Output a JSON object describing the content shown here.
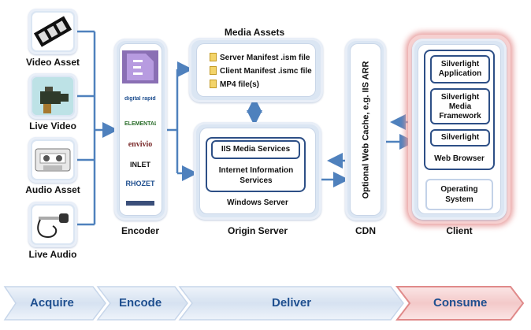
{
  "assets": {
    "video_asset": "Video Asset",
    "live_video": "Live Video",
    "audio_asset": "Audio Asset",
    "live_audio": "Live Audio"
  },
  "encoder": {
    "label": "Encoder",
    "logos": [
      "digital rapids",
      "ELEMENTAL",
      "envivio",
      "INLET",
      "RHOZET"
    ]
  },
  "media_assets": {
    "title": "Media Assets",
    "files": [
      "Server Manifest .ism file",
      "Client Manifest .ismc file",
      "MP4 file(s)"
    ]
  },
  "origin_server": {
    "label": "Origin Server",
    "iis_media_services": "IIS Media Services",
    "internet_information_services": "Internet Information Services",
    "windows_server": "Windows Server"
  },
  "cdn": {
    "label": "CDN",
    "vertical_text": "Optional Web Cache, e.g. IIS ARR"
  },
  "client": {
    "label": "Client",
    "silverlight_application": "Silverlight Application",
    "silverlight_media_framework": "Silverlight Media Framework",
    "silverlight": "Silverlight",
    "web_browser": "Web Browser",
    "operating_system": "Operating System"
  },
  "stages": [
    "Acquire",
    "Encode",
    "Deliver",
    "Consume"
  ],
  "colors": {
    "arrow": "#4f81bd",
    "panel": "#dbe6f3",
    "dark_border": "#2d4f86",
    "client_glow": "#e06a6a",
    "stage_text": "#1f4f8f"
  }
}
